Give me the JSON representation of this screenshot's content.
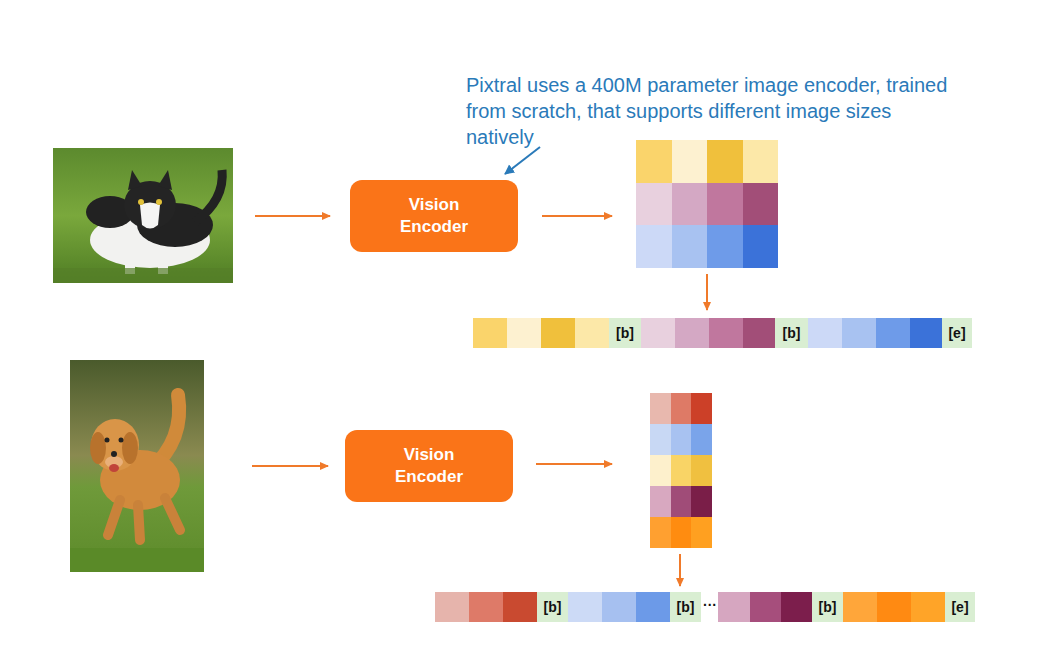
{
  "diagram": {
    "nodes": [
      {
        "text": [
          "Vision Encoder"
        ]
      },
      {
        "text": [
          "[b]"
        ]
      },
      {
        "text": [
          "[b]"
        ]
      },
      {
        "text": [
          "[e]"
        ]
      },
      {
        "text": [
          "Vision Encoder"
        ]
      },
      {
        "text": [
          "[b]"
        ]
      },
      {
        "text": [
          "[b]"
        ]
      },
      {
        "text": [
          "[b]"
        ]
      },
      {
        "text": [
          "[e]"
        ]
      }
    ],
    "labels": [
      "Pixtral uses a 400M parameter image encoder, trained from scratch, that supports different image sizes natively",
      "···"
    ]
  }
}
